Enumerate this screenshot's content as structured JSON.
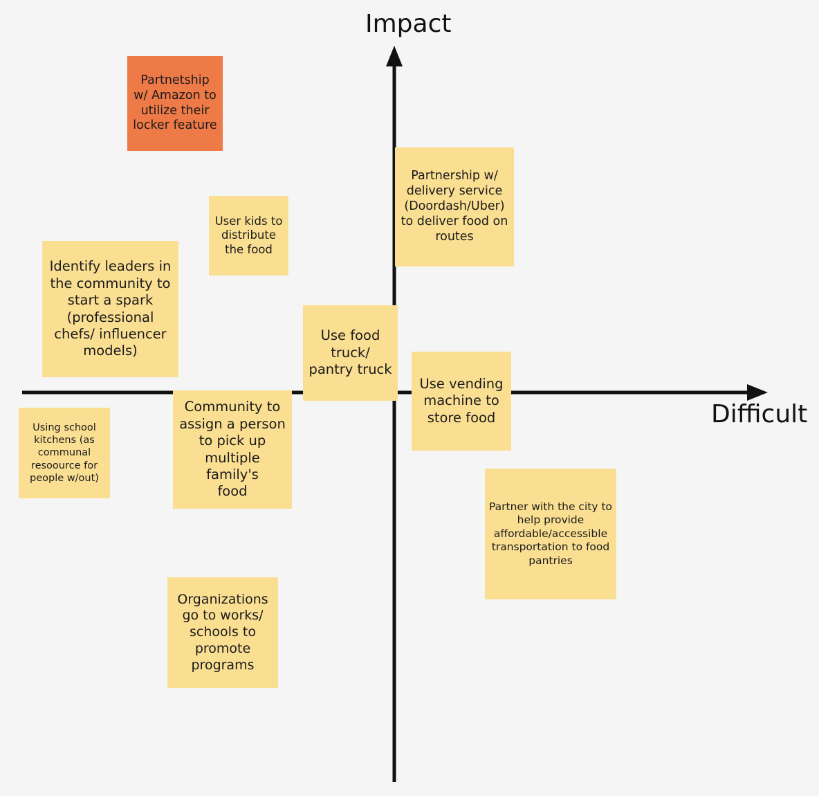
{
  "axes": {
    "y_label": "Impact",
    "x_label": "Difficult",
    "color": "#111111"
  },
  "notes": {
    "amazon": {
      "text": "Partnetship\nw/ Amazon to\nutilize their\nlocker feature",
      "color": "#ee7a48"
    },
    "kids": {
      "text": "User kids to\ndistribute\nthe food",
      "color": "#fadf93"
    },
    "leaders": {
      "text": "Identify leaders in\nthe community to\nstart a spark\n(professional\nchefs/ influencer\nmodels)",
      "color": "#fadf93"
    },
    "delivery": {
      "text": "Partnership w/\ndelivery service\n(Doordash/Uber)\nto deliver food on\nroutes",
      "color": "#fadf93"
    },
    "truck": {
      "text": "Use food\ntruck/\npantry truck",
      "color": "#fadf93"
    },
    "vending": {
      "text": "Use vending\nmachine to\nstore food",
      "color": "#fadf93"
    },
    "school": {
      "text": "Using school\nkitchens (as\ncommunal\nresoource for\npeople w/out)",
      "color": "#fadf93"
    },
    "community": {
      "text": "Community to\nassign a person\nto pick up\nmultiple family's\nfood",
      "color": "#fadf93"
    },
    "city": {
      "text": "Partner with the city to\nhelp provide\naffordable/accessible\ntransportation to food\npantries",
      "color": "#fadf93"
    },
    "orgs": {
      "text": "Organizations\ngo to works/\nschools to\npromote\nprograms",
      "color": "#fadf93"
    }
  }
}
